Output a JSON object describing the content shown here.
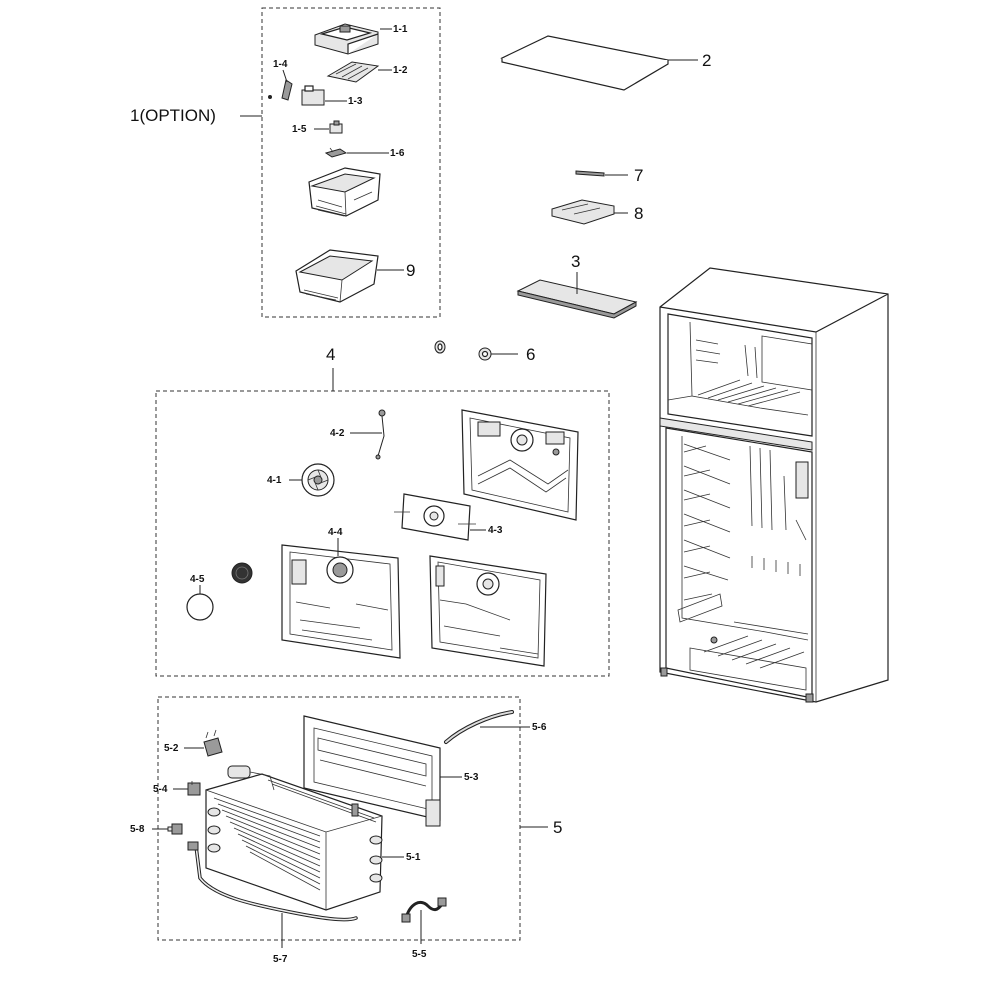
{
  "groups": {
    "g1": "1(OPTION)",
    "g4": "4",
    "g5": "5"
  },
  "labels": {
    "p1_1": "1-1",
    "p1_2": "1-2",
    "p1_3": "1-3",
    "p1_4": "1-4",
    "p1_5": "1-5",
    "p1_6": "1-6",
    "p2": "2",
    "p3": "3",
    "p6": "6",
    "p7": "7",
    "p8": "8",
    "p9": "9",
    "p4_1": "4-1",
    "p4_2": "4-2",
    "p4_3": "4-3",
    "p4_4": "4-4",
    "p4_5": "4-5",
    "p5_1": "5-1",
    "p5_2": "5-2",
    "p5_3": "5-3",
    "p5_4": "5-4",
    "p5_5": "5-5",
    "p5_6": "5-6",
    "p5_7": "5-7",
    "p5_8": "5-8"
  }
}
